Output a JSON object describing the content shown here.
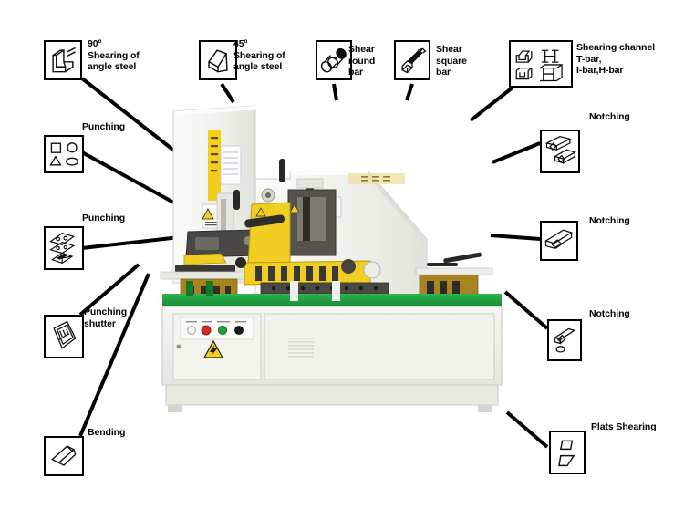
{
  "diagram": {
    "title": "Ironworker machine capability diagram",
    "subject": "hydraulic ironworker machine",
    "colors": {
      "line": "#000000",
      "text": "#000000",
      "background": "#ffffff",
      "machine_body": "#f2f2ee",
      "machine_shadow": "#d9d9d4",
      "tooling_yellow": "#f2d21a",
      "tooling_dark": "#3a3a3a",
      "base_green": "#1f9e3e",
      "warning_yellow": "#f5c518",
      "button_red": "#d42828",
      "button_green": "#1f9e3e",
      "button_black": "#1a1a1a",
      "button_white": "#f5f5f5",
      "bronze": "#9c7b2e"
    }
  },
  "callouts": [
    {
      "id": "shearing-angle-90",
      "label": "90º\nShearing of\nangle steel",
      "icon": "angle-steel-90-icon",
      "side": "left"
    },
    {
      "id": "shearing-angle-45",
      "label": "45º\nShearing of\nangle steel",
      "icon": "angle-steel-45-icon",
      "side": "top"
    },
    {
      "id": "shear-round-bar",
      "label": "Shear\nround\nbar",
      "icon": "round-bar-icon",
      "side": "top"
    },
    {
      "id": "shear-square-bar",
      "label": "Shear\nsquare\nbar",
      "icon": "square-bar-icon",
      "side": "top"
    },
    {
      "id": "shearing-channel",
      "label": "Shearing channel\nT-bar,\nI-bar,H-bar",
      "icon": "channel-tbar-ibar-hbar-icon",
      "side": "top-right"
    },
    {
      "id": "punching-shapes",
      "label": "Punching",
      "icon": "punch-shapes-icon",
      "side": "left"
    },
    {
      "id": "punching-profiles",
      "label": "Punching",
      "icon": "punch-profiles-icon",
      "side": "left"
    },
    {
      "id": "punching-shutter",
      "label": "Punching\nshutter",
      "icon": "punch-shutter-icon",
      "side": "left"
    },
    {
      "id": "bending",
      "label": "Bending",
      "icon": "bending-icon",
      "side": "left"
    },
    {
      "id": "notching-upper",
      "label": "Notching",
      "icon": "notching-profiles-icon",
      "side": "right"
    },
    {
      "id": "notching-middle",
      "label": "Notching",
      "icon": "notching-vee-icon",
      "side": "right"
    },
    {
      "id": "notching-lower",
      "label": "Notching",
      "icon": "notching-corner-icon",
      "side": "right"
    },
    {
      "id": "plats-shearing",
      "label": "Plats Shearing",
      "icon": "plate-shearing-icon",
      "side": "right"
    }
  ],
  "machine": {
    "name": "hydraulic-ironworker-photo",
    "decals": {
      "column_sticker": "vertical yellow warning decal",
      "nameplate": "manufacturer nameplate",
      "warning_label": "warning triangle label",
      "scale_label": "capacity scale chart"
    },
    "control_panel": {
      "buttons": [
        "white",
        "red",
        "green",
        "black"
      ],
      "warning_symbol": "electrical-hazard-triangle"
    }
  }
}
